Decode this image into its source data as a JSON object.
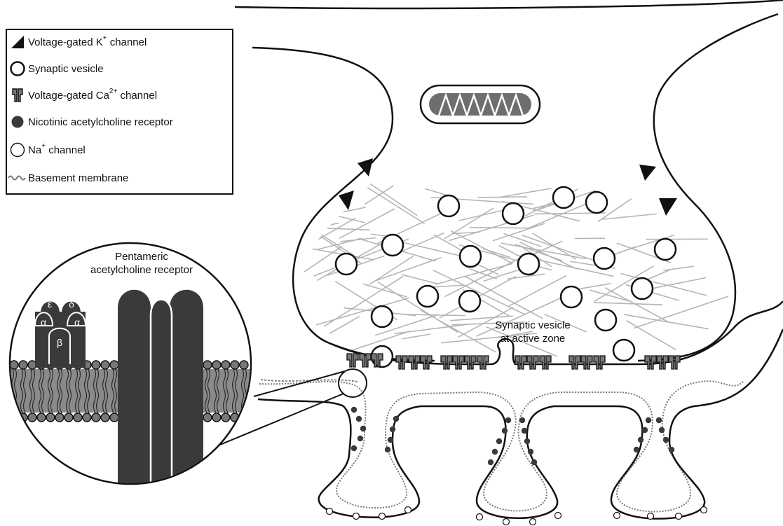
{
  "legend": {
    "items": [
      {
        "icon": "potassium-channel-icon",
        "text": "Voltage-gated K",
        "sup": "+",
        "after": " channel"
      },
      {
        "icon": "synaptic-vesicle-icon",
        "text": "Synaptic vesicle",
        "sup": "",
        "after": ""
      },
      {
        "icon": "calcium-channel-icon",
        "text": "Voltage-gated Ca",
        "sup": "2+",
        "after": " channel"
      },
      {
        "icon": "acetylcholine-receptor-icon",
        "text": "Nicotinic acetylcholine receptor",
        "sup": "",
        "after": ""
      },
      {
        "icon": "sodium-channel-icon",
        "text": "Na",
        "sup": "+",
        "after": " channel"
      },
      {
        "icon": "basement-membrane-icon",
        "text": "Basement membrane",
        "sup": "",
        "after": ""
      }
    ]
  },
  "inset": {
    "title_line1": "Pentameric",
    "title_line2": "acetylcholine receptor",
    "subunits": {
      "epsilon": "ε",
      "delta": "δ",
      "alpha_left": "α",
      "alpha_right": "α",
      "beta": "β"
    }
  },
  "annotation": {
    "line1": "Synaptic vesicle",
    "line2": "at active zone"
  },
  "colors": {
    "stroke": "#111111",
    "dark_fill": "#3a3a3a",
    "mid_fill": "#777777",
    "cytoskeleton": "#b5b5b5"
  }
}
